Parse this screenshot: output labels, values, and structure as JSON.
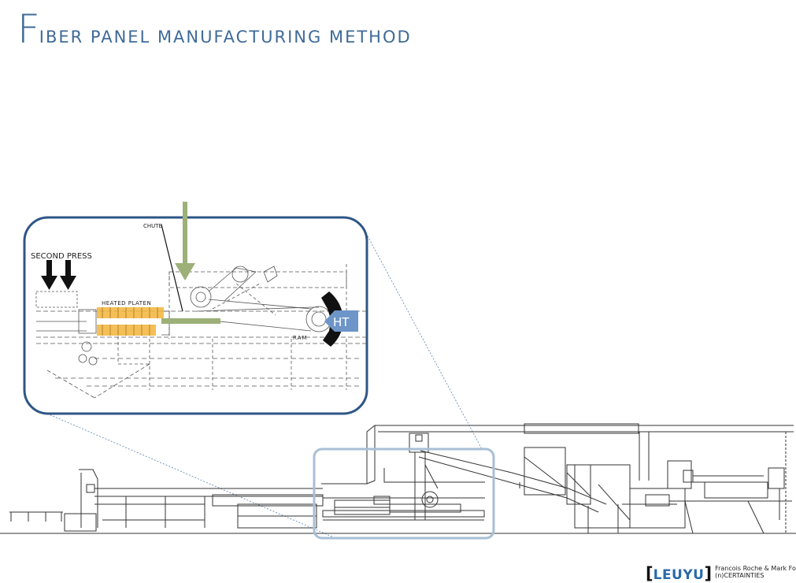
{
  "slide": {
    "title_initial": "F",
    "title_rest": "IBER PANEL MANUFACTURING METHOD"
  },
  "inset": {
    "chute_label": "CHUTE",
    "second_press_label": "SECOND PRESS",
    "heated_platen_label": "HEATED PLATEN",
    "ram_label": "RAM",
    "ht_label": "HT"
  },
  "footer": {
    "bracket_open": "[",
    "brand": "LEUYU",
    "bracket_close": "]",
    "authors": "Francois Roche & Mark  Fornes",
    "subtitle": "(n)CERTAINTIES"
  },
  "colors": {
    "title": "#3f6b98",
    "inset_frame": "#2f5686",
    "highlight_frame": "#a9bfd5",
    "chute_arrow": "#9cb078",
    "heated_platen": "#f2b43a",
    "ht_badge": "#6d95c8",
    "brand": "#2a6aa8"
  },
  "icons": [
    "down-arrow-icon",
    "chute-arrow-icon",
    "ht-badge-icon"
  ]
}
